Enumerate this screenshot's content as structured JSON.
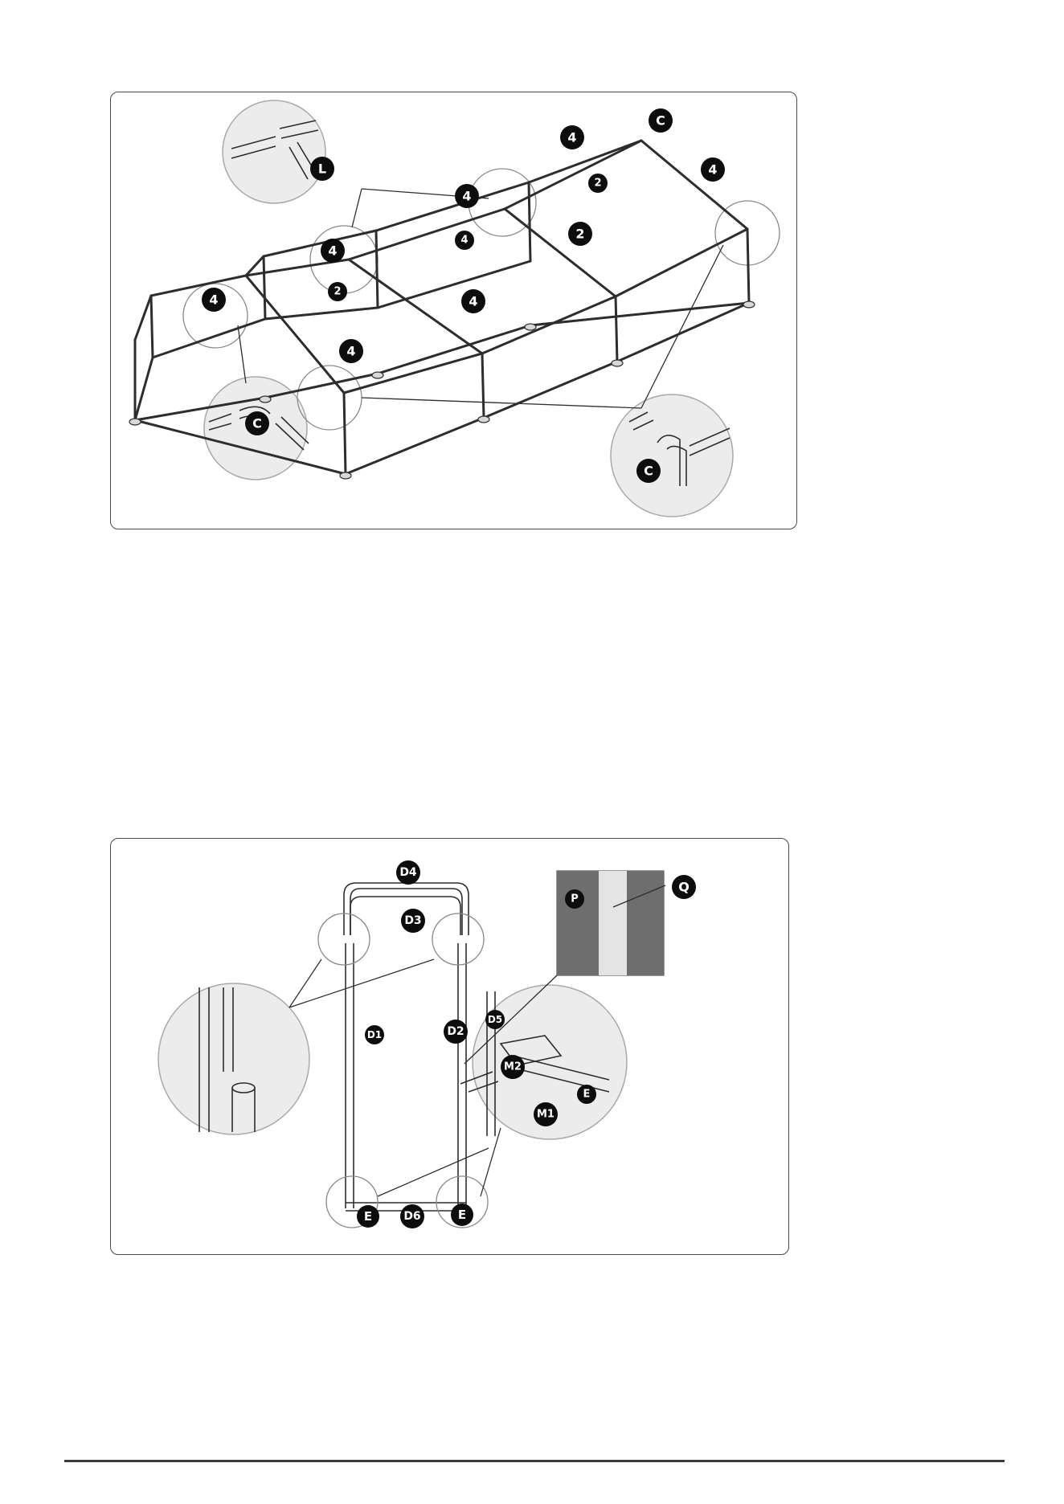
{
  "top_diagram": {
    "labels": [
      "C",
      "4",
      "4",
      "2",
      "4",
      "2",
      "4",
      "4",
      "2",
      "4",
      "4",
      "4",
      "L",
      "C",
      "C"
    ]
  },
  "bottom_diagram": {
    "labels": [
      "D4",
      "D3",
      "P",
      "Q",
      "D1",
      "D2",
      "D5",
      "M2",
      "M1",
      "E",
      "E",
      "D6",
      "E"
    ]
  }
}
